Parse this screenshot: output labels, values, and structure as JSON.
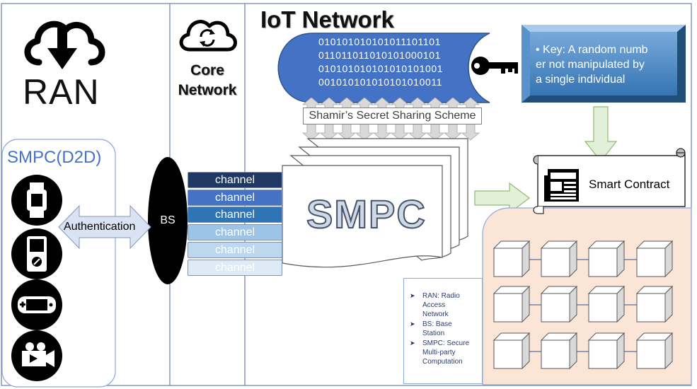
{
  "columns": {
    "ran": {
      "title": "RAN"
    },
    "core": {
      "title_line1": "Core",
      "title_line2": "Network"
    },
    "iot": {
      "title": "IoT Network"
    }
  },
  "smpc_d2d": {
    "title": "SMPC(D2D)",
    "devices": [
      "smartwatch",
      "media-player",
      "game-controller",
      "video-camera"
    ]
  },
  "authentication": "Authentication",
  "bs": "BS",
  "channels": [
    "channel",
    "channel",
    "channel",
    "channel",
    "channel",
    "channel"
  ],
  "binary": [
    "010101010101011101101",
    "011011011010101000101",
    "010101010101010101001",
    "001010101010101010011"
  ],
  "key_box": {
    "line1": "• Key: A random numb",
    "line2": "er not manipulated by",
    "line3": "a single individual"
  },
  "secret_sharing": "Shamir’s Secret Sharing Scheme",
  "smpc": "SMPC",
  "smart_contract": "Smart Contract",
  "legend": [
    {
      "line1": "RAN: Radio",
      "line2": "Access",
      "line3": "Network"
    },
    {
      "line1": "BS: Base",
      "line2": "Station",
      "line3": ""
    },
    {
      "line1": "SMPC: Secure",
      "line2": "Multi-party",
      "line3": "Computation"
    }
  ],
  "colors": {
    "channel_fills": [
      "#203864",
      "#4472c4",
      "#2e75b6",
      "#9dc3e6",
      "#bdd7ee",
      "#deebf7"
    ],
    "binary_fill": "#4472c4",
    "key_box": "#5b9bd5",
    "peach": "#fbe5d6",
    "arrow_green": "#e2f0d9"
  }
}
